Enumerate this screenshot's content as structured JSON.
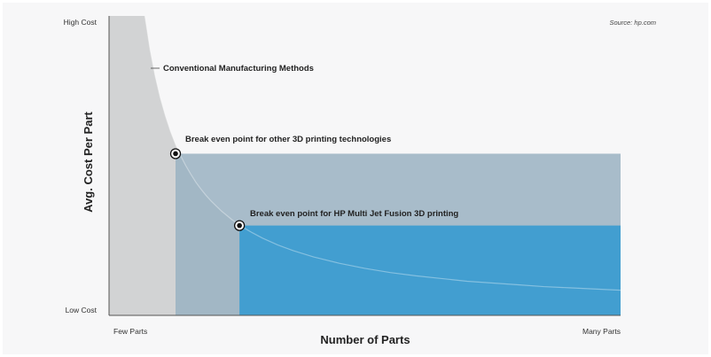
{
  "chart_data": {
    "type": "area",
    "title": "",
    "source": "Source: hp.com",
    "ylabel": "Avg. Cost Per Part",
    "xlabel": "Number of Parts",
    "y_ticks": {
      "high": "High Cost",
      "low": "Low Cost"
    },
    "x_ticks": {
      "low": "Few Parts",
      "high": "Many Parts"
    },
    "xlim": [
      0,
      100
    ],
    "ylim": [
      0,
      100
    ],
    "series": [
      {
        "name": "Conventional Manufacturing Methods",
        "x": [
          7,
          8,
          9,
          10,
          11,
          12,
          13,
          14,
          15,
          16,
          17,
          18,
          19,
          20,
          22,
          24,
          26,
          28,
          30,
          33,
          36,
          40,
          45,
          50,
          55,
          60,
          65,
          70,
          75,
          80,
          85,
          90,
          95,
          100
        ],
        "y": [
          100,
          88.9,
          80,
          72.7,
          66.7,
          61.5,
          57.1,
          53.3,
          50,
          47.1,
          44.4,
          42.1,
          40,
          38.1,
          34.8,
          32,
          29.6,
          27.6,
          25.8,
          23.5,
          21.6,
          19.5,
          17.4,
          15.7,
          14.3,
          13.2,
          12.3,
          11.4,
          10.8,
          10.2,
          9.6,
          9.2,
          8.8,
          8.4
        ],
        "color": "#d2d3d4"
      },
      {
        "name": "other 3D printing technologies",
        "x_start": 13,
        "y": 54,
        "color": "#9ab1c2"
      },
      {
        "name": "HP Multi Jet Fusion 3D printing",
        "x_start": 25.5,
        "y": 30,
        "color": "#3a9bd0"
      }
    ],
    "annotations": [
      {
        "label": "Conventional Manufacturing Methods",
        "x": 9.5,
        "y": 82
      },
      {
        "label": "Break even point for other 3D printing technologies",
        "x": 13,
        "y": 54
      },
      {
        "label": "Break even point for HP Multi Jet Fusion 3D printing",
        "x": 25.5,
        "y": 30
      }
    ],
    "grid": false,
    "legend": "none"
  }
}
